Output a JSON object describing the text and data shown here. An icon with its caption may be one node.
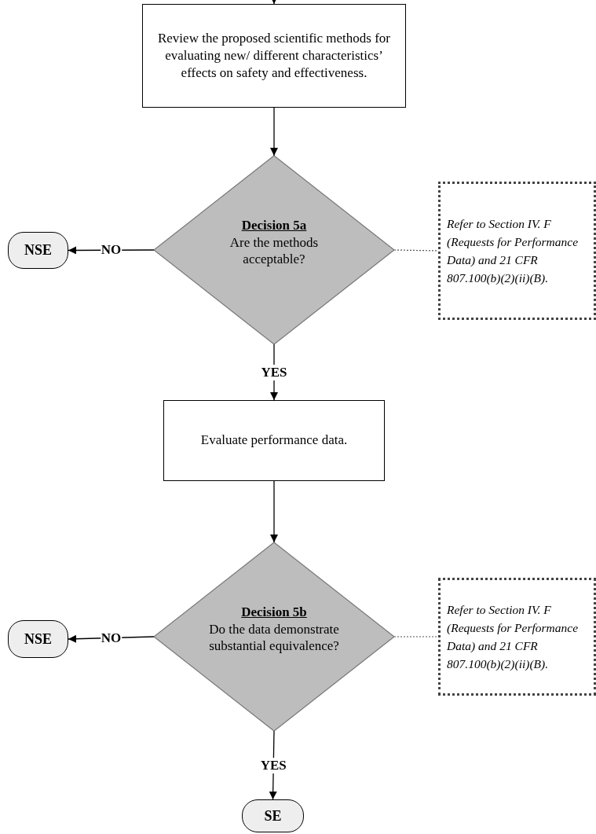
{
  "diagram": {
    "nodes": [
      {
        "text": [
          "Review the proposed scientific methods for evaluating new/ different characteristics’ effects on safety and effectiveness."
        ]
      },
      {
        "text": [
          "Decision 5a",
          "Are the methods acceptable?"
        ]
      },
      {
        "text": [
          "NSE"
        ]
      },
      {
        "text": [
          "Refer to Section IV. F (Requests for Performance Data) and 21 CFR 807.100(b)(2)(ii)(B)."
        ]
      },
      {
        "text": [
          "Evaluate performance data."
        ]
      },
      {
        "text": [
          "Decision 5b",
          "Do the data demonstrate substantial equivalence?"
        ]
      },
      {
        "text": [
          "NSE"
        ]
      },
      {
        "text": [
          "Refer to Section IV. F (Requests for Performance Data) and 21 CFR 807.100(b)(2)(ii)(B)."
        ]
      },
      {
        "text": [
          "SE"
        ]
      }
    ],
    "edges": [
      {
        "from": null,
        "to": 0,
        "arrow": "to"
      },
      {
        "from": 0,
        "to": 1,
        "arrow": "to"
      },
      {
        "from": 1,
        "to": 2,
        "arrow": "to",
        "label": "NO"
      },
      {
        "from": 1,
        "to": 3,
        "arrow": "none",
        "style": "dashed"
      },
      {
        "from": 1,
        "to": 4,
        "arrow": "to",
        "label": "YES"
      },
      {
        "from": 4,
        "to": 5,
        "arrow": "to"
      },
      {
        "from": 5,
        "to": 6,
        "arrow": "to",
        "label": "NO"
      },
      {
        "from": 5,
        "to": 7,
        "arrow": "none",
        "style": "dashed"
      },
      {
        "from": 5,
        "to": 8,
        "arrow": "to",
        "label": "YES"
      }
    ]
  }
}
